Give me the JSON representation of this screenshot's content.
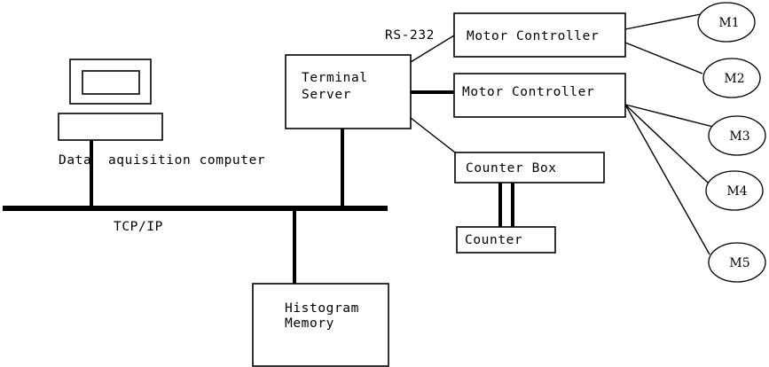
{
  "diagram": {
    "title": "Data acquisition system block diagram",
    "background_color": "#ffffff",
    "line_color": "#000000",
    "nodes": {
      "computer_label": "Data  aquisition computer",
      "terminal_server_line1": "Terminal",
      "terminal_server_line2": "Server",
      "motor_controller_1": "Motor Controller",
      "motor_controller_2": "Motor Controller",
      "counter_box": "Counter Box",
      "counter": "Counter",
      "histogram_memory_line1": "Histogram",
      "histogram_memory_line2": "Memory"
    },
    "motors": [
      {
        "id": "m1",
        "label": "M1"
      },
      {
        "id": "m2",
        "label": "M2"
      },
      {
        "id": "m3",
        "label": "M3"
      },
      {
        "id": "m4",
        "label": "M4"
      },
      {
        "id": "m5",
        "label": "M5"
      }
    ],
    "connection_labels": {
      "bus": "TCP/IP",
      "serial": "RS-232"
    }
  }
}
